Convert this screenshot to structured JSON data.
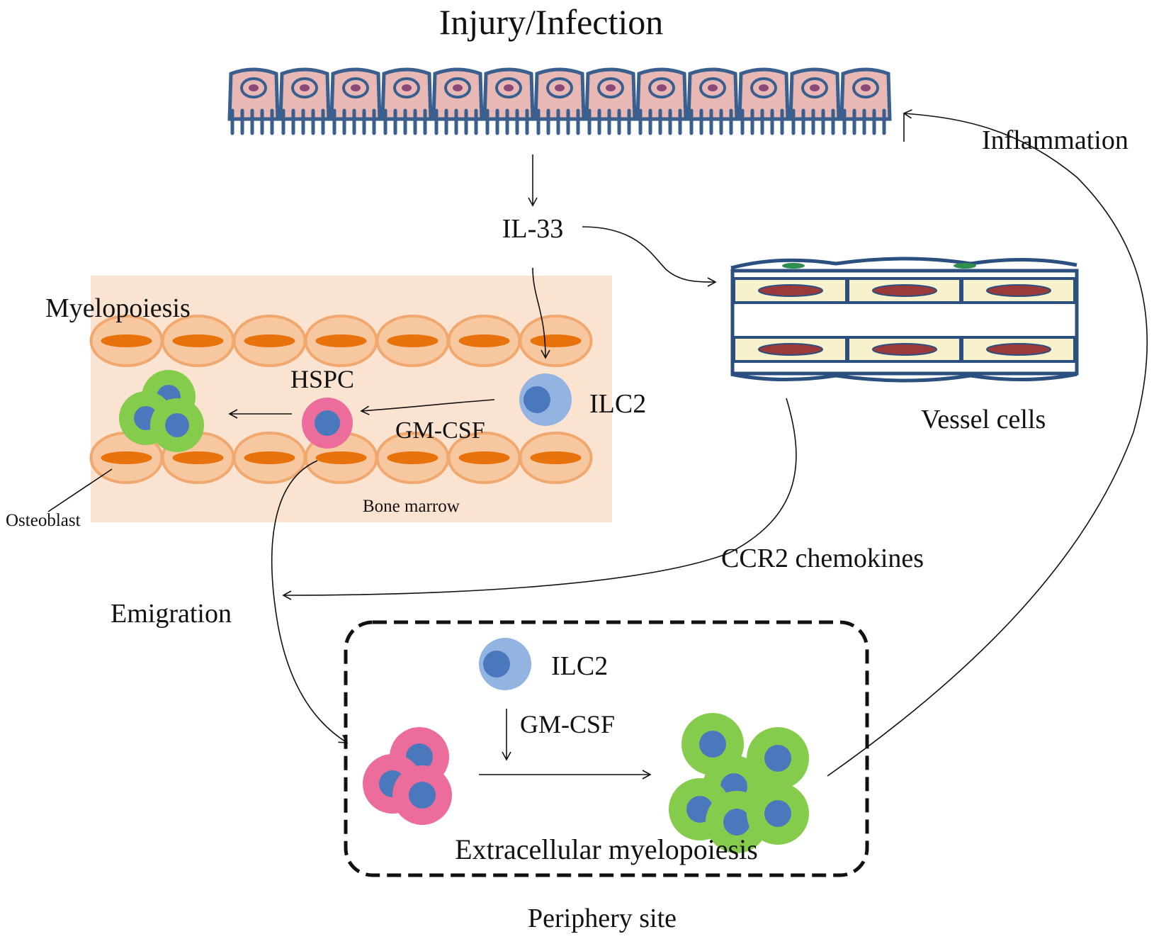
{
  "title": "Injury/Infection",
  "labels": {
    "il33": "IL-33",
    "myelopoiesis": "Myelopoiesis",
    "hspc": "HSPC",
    "ilc2_bone": "ILC2",
    "gmcsf_bone": "GM-CSF",
    "osteoblast": "Osteoblast",
    "bone_marrow": "Bone marrow",
    "vessel_cells": "Vessel cells",
    "inflammation": "Inflammation",
    "ccr2": "CCR2 chemokines",
    "emigration": "Emigration",
    "ilc2_periphery": "ILC2",
    "gmcsf_periphery": "GM-CSF",
    "extracellular_myelopoiesis": "Extracellular myelopoiesis",
    "periphery_site": "Periphery site"
  },
  "colors": {
    "epithelium_fill": "#e8b8b4",
    "epithelium_stroke": "#3a5f8f",
    "nucleus_fill": "#8a4a7a",
    "bone_bg": "#fbe3d2",
    "bone_cell": "#f7c8a0",
    "bone_cell_stroke": "#f0a86e",
    "bone_nucleus": "#e8720c",
    "vessel_fill": "#f8f2cc",
    "vessel_stroke": "#2b4f7e",
    "vessel_nucleus": "#9b3a3a",
    "ilc2_outer": "#93b4e0",
    "ilc2_inner": "#4a78bc",
    "hspc_outer": "#ec6d9c",
    "myeloid_outer": "#86cc4c",
    "cell_nucleus": "#4a78bc"
  },
  "icons": {
    "epithelium": "columnar-epithelium-icon",
    "vessel": "blood-vessel-icon",
    "ilc2": "lymphoid-cell-icon",
    "hspc": "stem-cell-icon",
    "myeloid": "myeloid-cluster-icon"
  }
}
